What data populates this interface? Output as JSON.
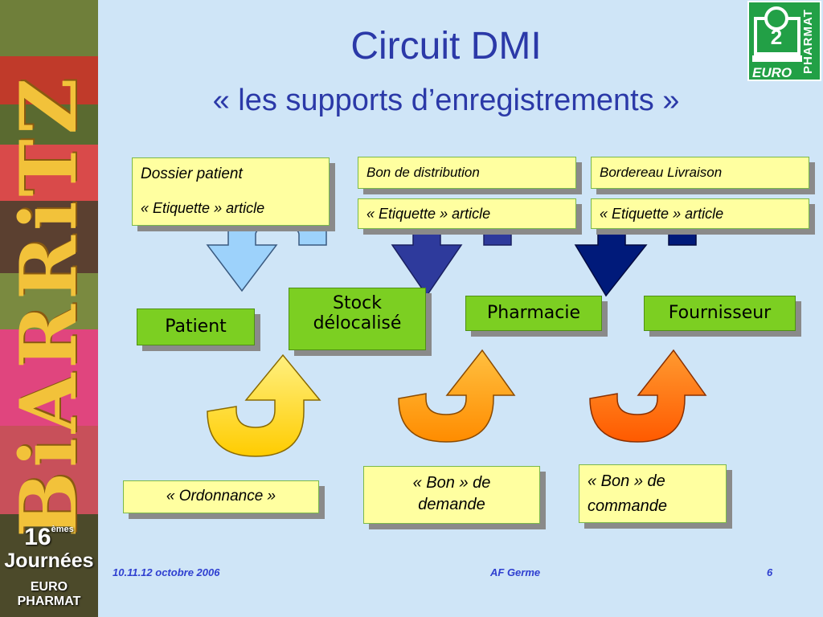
{
  "banner": {
    "title": "BiARRiTZ",
    "edition_number": "16",
    "edition_superscript": "èmes",
    "edition_line2": "Journées",
    "edition_line3": "EURO PHARMAT"
  },
  "logo": {
    "side_text": "PHARMAT",
    "bottom_text": "EURO"
  },
  "header": {
    "title": "Circuit DMI",
    "subtitle": "« les supports d’enregistrements »"
  },
  "documents": {
    "patient_doc": {
      "line1": "Dossier patient",
      "line2": "« Etiquette » article"
    },
    "distribution_doc": {
      "line1": "Bon de distribution",
      "line2": "« Etiquette » article"
    },
    "delivery_doc": {
      "line1": "Bordereau Livraison",
      "line2": "« Etiquette » article"
    },
    "prescription_doc": {
      "label": "« Ordonnance »"
    },
    "request_doc": {
      "line1": "« Bon » de",
      "line2": "demande"
    },
    "order_doc": {
      "line1": "« Bon » de",
      "line2": "commande"
    }
  },
  "nodes": {
    "patient": "Patient",
    "stock_line1": "Stock",
    "stock_line2": "délocalisé",
    "pharmacy": "Pharmacie",
    "supplier": "Fournisseur"
  },
  "arrows": {
    "down_patient": "#9dd2fb",
    "down_stock": "#2e3a9c",
    "down_pharmacy": "#001a7a",
    "up_stock": "#ffd21c",
    "up_pharmacy": "#ff9a10",
    "up_supplier": "#ff6a00"
  },
  "footer": {
    "date": "10.11.12 octobre 2006",
    "author": "AF Germe",
    "page": "6"
  }
}
